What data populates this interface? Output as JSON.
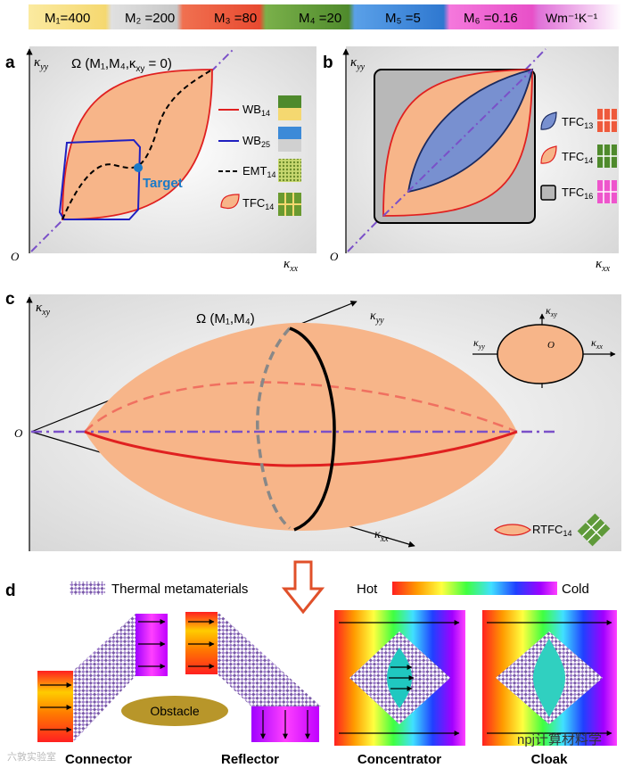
{
  "legend_bar": {
    "items": [
      {
        "label": "M₁=400",
        "color": "#f7e08a"
      },
      {
        "label": "M₂ =200",
        "color": "#d0d0d0"
      },
      {
        "label": "M₃ =80",
        "color": "#ee5a3c"
      },
      {
        "label": "M₄ =20",
        "color": "#5f9a3a"
      },
      {
        "label": "M₅ =5",
        "color": "#3c8ad8"
      },
      {
        "label": "M₆ =0.16",
        "color": "#ee55cc"
      }
    ],
    "unit": "Wm⁻¹K⁻¹"
  },
  "panel_a": {
    "letter": "a",
    "title": "Ω (M₁,M₄,κ",
    "title_sub": "xy",
    "title_tail": " = 0)",
    "yaxis": "κ",
    "yaxis_sub": "yy",
    "xaxis": "κ",
    "xaxis_sub": "xx",
    "origin": "O",
    "target": "Target",
    "legend": [
      {
        "label": "WB",
        "sub": "14"
      },
      {
        "label": "WB",
        "sub": "25"
      },
      {
        "label": "EMT",
        "sub": "14"
      },
      {
        "label": "TFC",
        "sub": "14"
      }
    ]
  },
  "panel_b": {
    "letter": "b",
    "yaxis": "κ",
    "yaxis_sub": "yy",
    "xaxis": "κ",
    "xaxis_sub": "xx",
    "origin": "O",
    "legend": [
      {
        "label": "TFC",
        "sub": "13"
      },
      {
        "label": "TFC",
        "sub": "14"
      },
      {
        "label": "TFC",
        "sub": "16"
      }
    ]
  },
  "panel_c": {
    "letter": "c",
    "title": "Ω (M₁,M₄)",
    "yaxis": "κ",
    "yaxis_sub": "xy",
    "axis_yy": "κ",
    "axis_yy_sub": "yy",
    "axis_xx": "κ",
    "axis_xx_sub": "xx",
    "origin": "O",
    "inset_xy": "κ",
    "inset_xy_sub": "xy",
    "inset_yy": "κ",
    "inset_yy_sub": "yy",
    "inset_xx": "κ",
    "inset_xx_sub": "xx",
    "inset_origin": "O",
    "legend_label": "RTFC",
    "legend_sub": "14"
  },
  "panel_d": {
    "letter": "d",
    "metamaterial_label": "Thermal  metamaterials",
    "hot": "Hot",
    "cold": "Cold",
    "obstacle": "Obstacle",
    "devices": [
      "Connector",
      "Reflector",
      "Concentrator",
      "Cloak"
    ]
  },
  "watermark": "npj计算材料学",
  "watermark_left": "六敦实验室"
}
